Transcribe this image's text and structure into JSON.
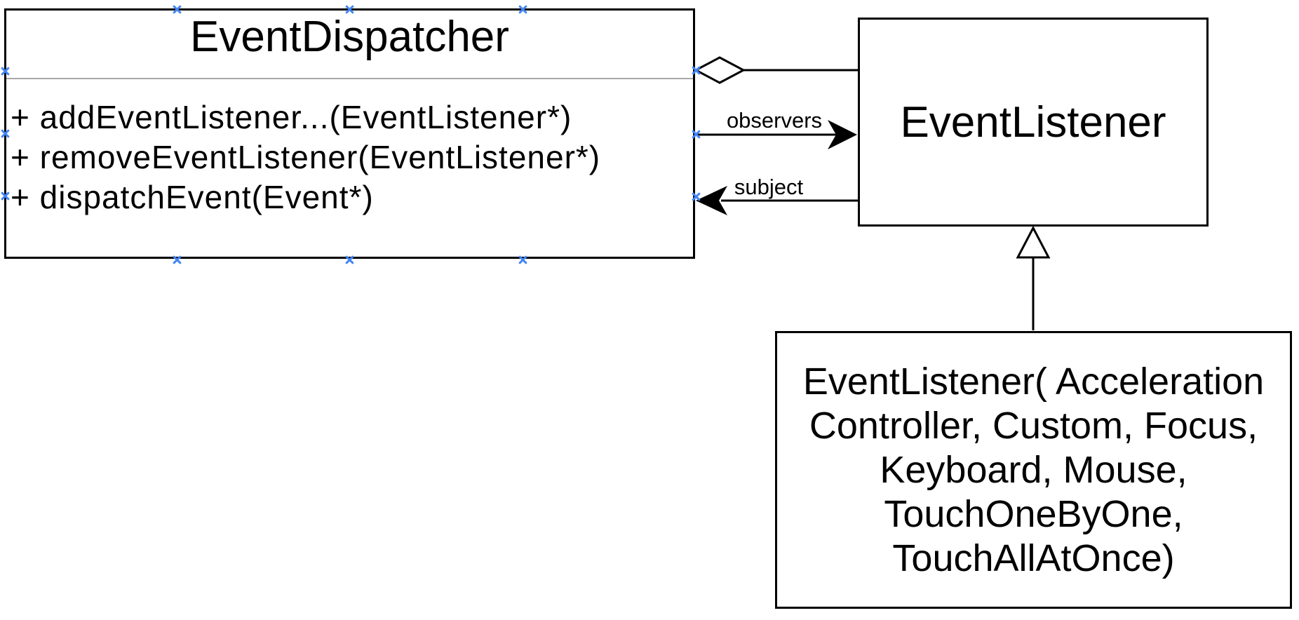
{
  "classes": {
    "event_dispatcher": {
      "title": "EventDispatcher",
      "methods": [
        "+ addEventListener...(EventListener*)",
        "+ removeEventListener(EventListener*)",
        "+ dispatchEvent(Event*)"
      ]
    },
    "event_listener": {
      "title": "EventListener"
    },
    "event_listener_subclasses": {
      "lines": [
        "EventListener( Acceleration",
        "Controller, Custom, Focus,",
        "Keyboard, Mouse,",
        "TouchOneByOne,",
        "TouchAllAtOnce)"
      ]
    }
  },
  "relations": {
    "observers": {
      "label": "observers"
    },
    "subject": {
      "label": "subject"
    }
  },
  "icons": {
    "aggregation_diamond": "hollow-diamond",
    "inheritance_arrow": "hollow-triangle-up",
    "observers_arrowhead": "filled-barbed-arrowhead-right",
    "subject_arrowhead": "filled-barbed-arrowhead-left",
    "connection_handle": "blue-x-cross"
  },
  "colors": {
    "handle_blue": "#4285f4",
    "divider_gray": "#a8a8a8",
    "line_black": "#000000",
    "background": "#ffffff"
  }
}
